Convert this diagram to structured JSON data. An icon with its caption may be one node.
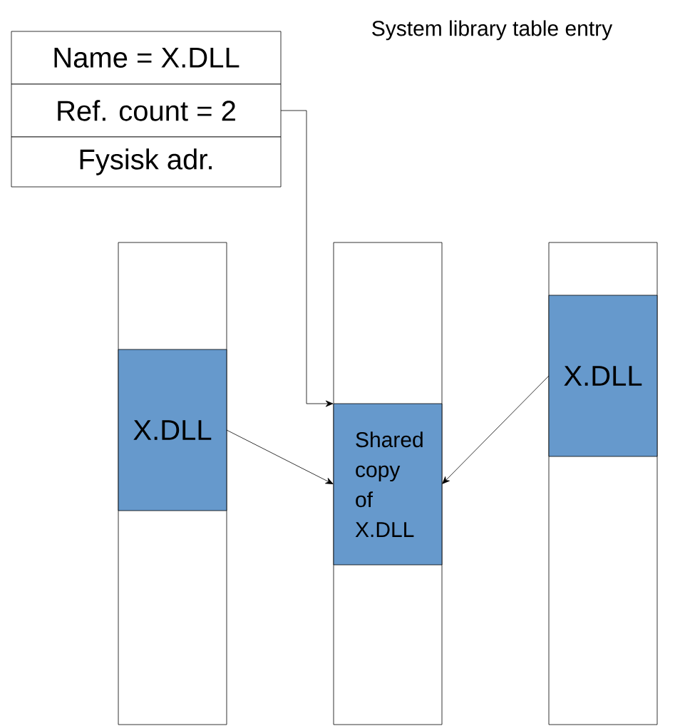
{
  "diagram": {
    "nodes": [
      {
        "text": [
          "Name = X.DLL"
        ]
      },
      {
        "text": [
          "Ref. count = 2"
        ]
      },
      {
        "text": [
          "Fysisk adr."
        ]
      },
      {
        "text": [],
        "shape": "box"
      },
      {
        "text": [
          "X.DLL"
        ],
        "in": 3
      },
      {
        "text": [],
        "shape": "box"
      },
      {
        "text": [
          "Shared copy of X.DLL"
        ],
        "in": 5
      },
      {
        "text": [],
        "shape": "box"
      },
      {
        "text": [
          "X.DLL"
        ],
        "in": 7
      }
    ],
    "edges": [
      {
        "from": 1,
        "to": 6,
        "arrow": "to"
      },
      {
        "from": 4,
        "to": 6,
        "arrow": "to"
      },
      {
        "from": 8,
        "to": 6,
        "arrow": "to"
      }
    ],
    "labels": [
      "System library table entry"
    ]
  }
}
